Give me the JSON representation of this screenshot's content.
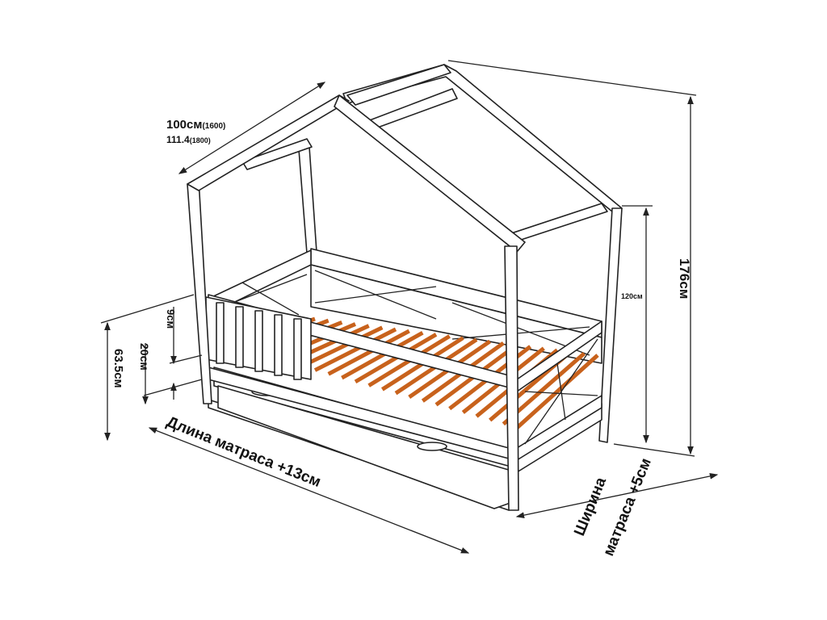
{
  "title": "Bed house dimensions",
  "colors": {
    "slats": "#c8621c",
    "frame": "#ffffff",
    "outline": "#222222"
  },
  "labels": {
    "roof_width_1600": "100см",
    "roof_width_1600_note": "(1600)",
    "roof_width_1800": "111.4",
    "roof_width_1800_note": "(1800)",
    "side_height": "120см",
    "total_height": "176см",
    "rail_gap": "9см",
    "mattress_height": "20см",
    "bed_height": "63.5см",
    "length": "Длина матраса +13см",
    "width_line1": "Ширина",
    "width_line2": "матраса +5см"
  }
}
